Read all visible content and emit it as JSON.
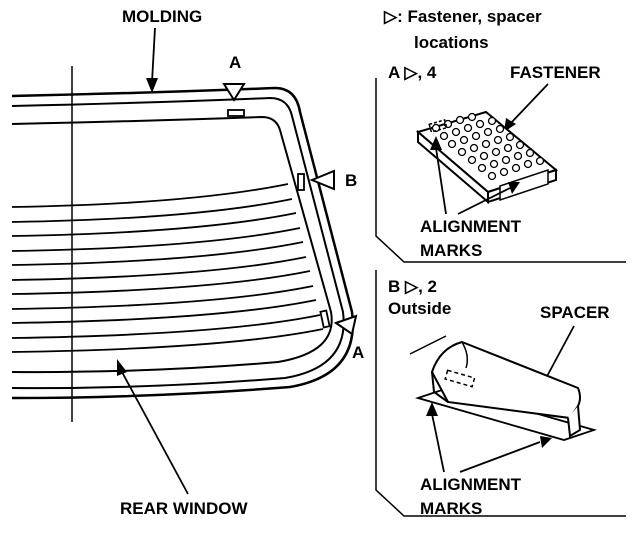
{
  "labels": {
    "molding": "MOLDING",
    "rear_window": "REAR WINDOW",
    "marker_a_top": "A",
    "marker_b": "B",
    "marker_a_right": "A",
    "legend_line1": "▷: Fastener, spacer",
    "legend_line2": "locations",
    "section_a_heading": "A ▷, 4",
    "fastener": "FASTENER",
    "alignment_marks_a_line1": "ALIGNMENT",
    "alignment_marks_a_line2": "MARKS",
    "section_b_heading": "B ▷, 2",
    "outside": "Outside",
    "spacer": "SPACER",
    "alignment_marks_b_line1": "ALIGNMENT",
    "alignment_marks_b_line2": "MARKS"
  },
  "colors": {
    "ink": "#000000",
    "paper": "#ffffff"
  }
}
